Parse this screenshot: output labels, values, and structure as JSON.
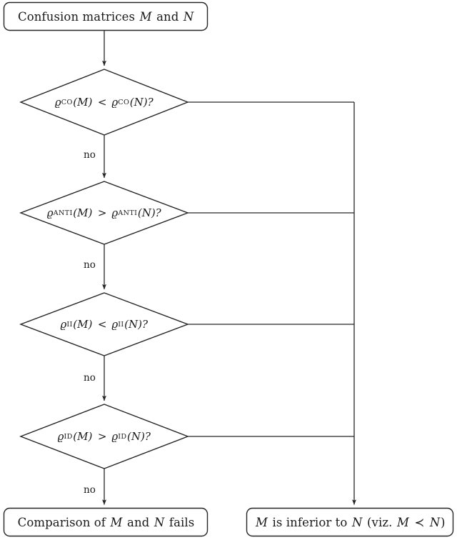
{
  "diagram": {
    "title": "Confusion matrix comparison flowchart",
    "stroke_color": "#262626",
    "background": "#ffffff",
    "start_node": {
      "id": "start",
      "shape": "rounded-rect",
      "text": "Confusion matrices M and N",
      "parts": {
        "lead": "Confusion matrices",
        "var_m": "M",
        "conj": "and",
        "var_n": "N"
      }
    },
    "decisions": [
      {
        "id": "decision-co",
        "shape": "diamond",
        "metric": "ϱ",
        "subscript": "CO",
        "left_operand": "(M)",
        "operator": "<",
        "right_operand": "(N)?",
        "text": "ϱCO(M) < ϱCO(N)?",
        "no_label": "no"
      },
      {
        "id": "decision-anti",
        "shape": "diamond",
        "metric": "ϱ",
        "subscript": "ANTI",
        "left_operand": "(M)",
        "operator": ">",
        "right_operand": "(N)?",
        "text": "ϱANTI(M) > ϱANTI(N)?",
        "no_label": "no"
      },
      {
        "id": "decision-ii",
        "shape": "diamond",
        "metric": "ϱ",
        "subscript": "II",
        "left_operand": "(M)",
        "operator": "<",
        "right_operand": "(N)?",
        "text": "ϱII(M) < ϱII(N)?",
        "no_label": "no"
      },
      {
        "id": "decision-id",
        "shape": "diamond",
        "metric": "ϱ",
        "subscript": "ID",
        "left_operand": "(M)",
        "operator": ">",
        "right_operand": "(N)?",
        "text": "ϱID(M) > ϱID(N)?",
        "no_label": "no"
      }
    ],
    "terminals": [
      {
        "id": "fail-node",
        "shape": "rounded-rect",
        "text": "Comparison of M and N fails",
        "parts": {
          "lead": "Comparison of",
          "var_m": "M",
          "conj": "and",
          "var_n": "N",
          "tail": "fails"
        }
      },
      {
        "id": "inferior-node",
        "shape": "rounded-rect",
        "text": "M is inferior to N (viz. M ≺ N)",
        "parts": {
          "var_m": "M",
          "mid": "is inferior to",
          "var_n": "N",
          "paren_open": "(viz.",
          "var_m2": "M",
          "prec": "≺",
          "var_n2": "N",
          "paren_close": ")"
        }
      }
    ]
  }
}
